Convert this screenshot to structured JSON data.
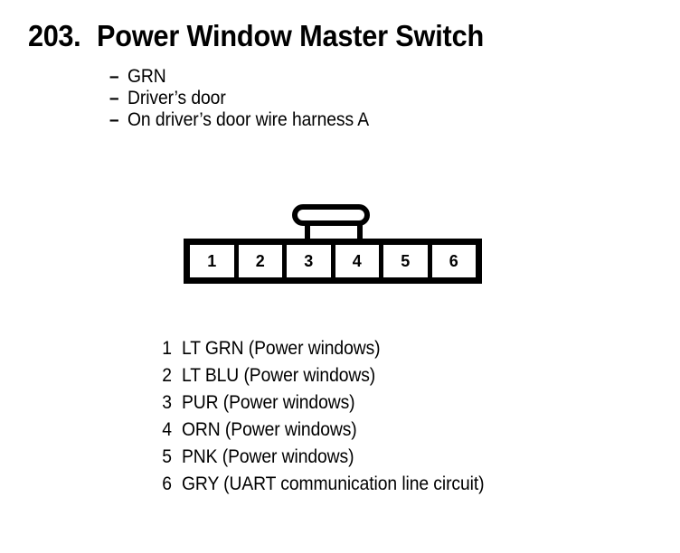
{
  "page": {
    "background_color": "#ffffff",
    "ink_color": "#000000"
  },
  "title": {
    "number": "203.",
    "text": "Power Window Master Switch"
  },
  "bullets": [
    {
      "marker": "–",
      "label": "GRN"
    },
    {
      "marker": "–",
      "label": "Driver’s door"
    },
    {
      "marker": "–",
      "label": "On driver’s door wire harness A"
    }
  ],
  "connector": {
    "pin_count": 6,
    "cells": [
      "1",
      "2",
      "3",
      "4",
      "5",
      "6"
    ],
    "tab": "locking-tab",
    "body_color": "#000000",
    "cell_color": "#ffffff"
  },
  "pin_legend": [
    {
      "number": "1",
      "description": "LT GRN (Power windows)"
    },
    {
      "number": "2",
      "description": "LT BLU (Power windows)"
    },
    {
      "number": "3",
      "description": "PUR (Power windows)"
    },
    {
      "number": "4",
      "description": "ORN (Power windows)"
    },
    {
      "number": "5",
      "description": "PNK (Power windows)"
    },
    {
      "number": "6",
      "description": "GRY (UART communication line circuit)"
    }
  ]
}
